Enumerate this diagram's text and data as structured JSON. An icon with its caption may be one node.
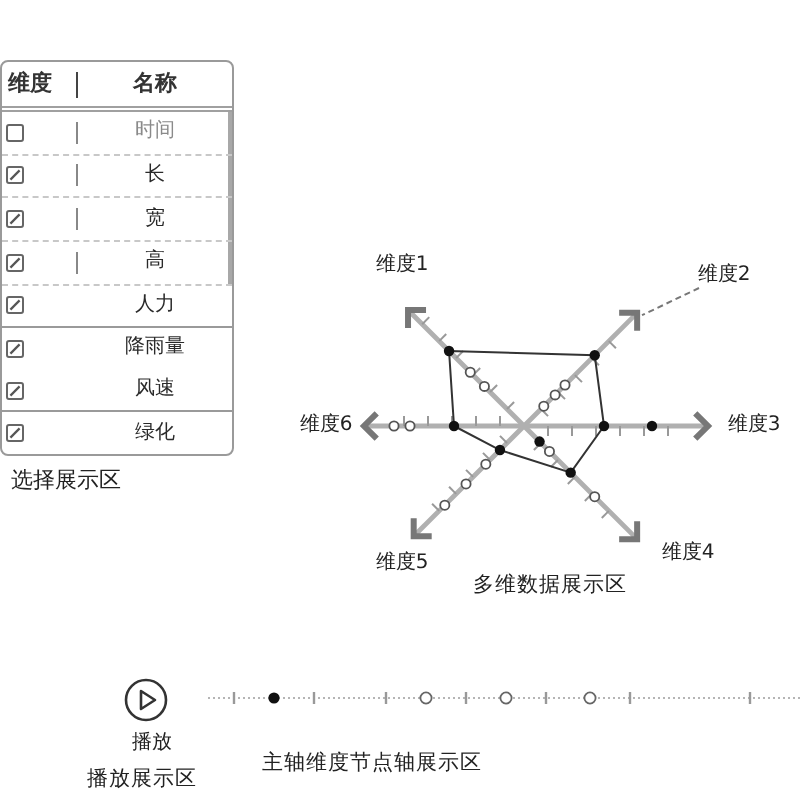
{
  "diagram": {
    "nodes": [
      {
        "text": [
          "维度2"
        ]
      },
      {
        "text": [],
        "shape": "chevron"
      }
    ],
    "edges": [
      {
        "from": 0,
        "to": 1,
        "arrow": "none",
        "style": "dashed"
      }
    ],
    "labels": [
      "维度",
      "名称",
      "时间",
      "长",
      "宽",
      "高",
      "人力",
      "降雨量",
      "风速",
      "绿化",
      "选择展示区",
      "维度1",
      "维度6",
      "维度3",
      "维度4",
      "维度5",
      "多维数据展示区",
      "播放",
      "主轴维度节点轴展示区",
      "播放展示区"
    ]
  }
}
